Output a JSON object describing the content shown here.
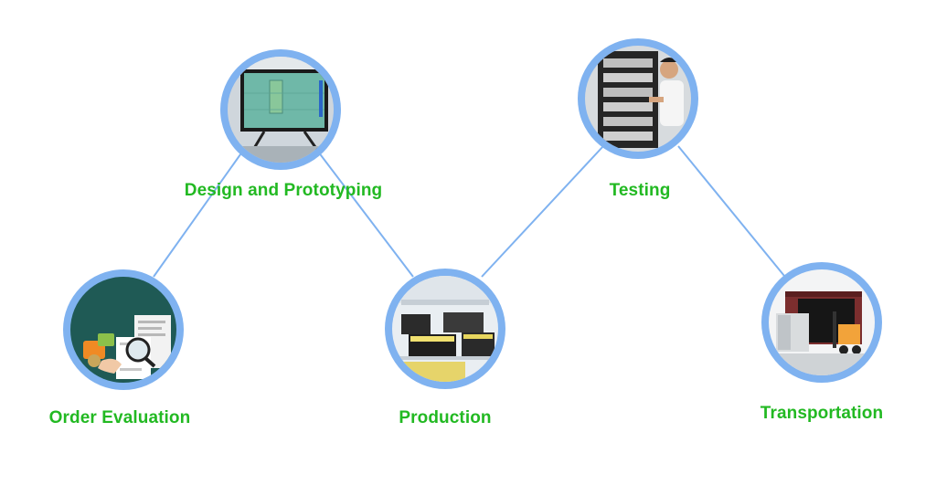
{
  "steps": [
    {
      "id": "order-evaluation",
      "label": "Order Evaluation",
      "icon": "document-magnifier-icon"
    },
    {
      "id": "design-prototyping",
      "label": "Design and Prototyping",
      "icon": "computer-monitor-icon"
    },
    {
      "id": "production",
      "label": "Production",
      "icon": "factory-floor-icon"
    },
    {
      "id": "testing",
      "label": "Testing",
      "icon": "battery-rack-technician-icon"
    },
    {
      "id": "transportation",
      "label": "Transportation",
      "icon": "forklift-container-icon"
    }
  ],
  "colors": {
    "label": "#22b922",
    "ring": "#7fb2f0",
    "connector": "#7fb2f0"
  }
}
